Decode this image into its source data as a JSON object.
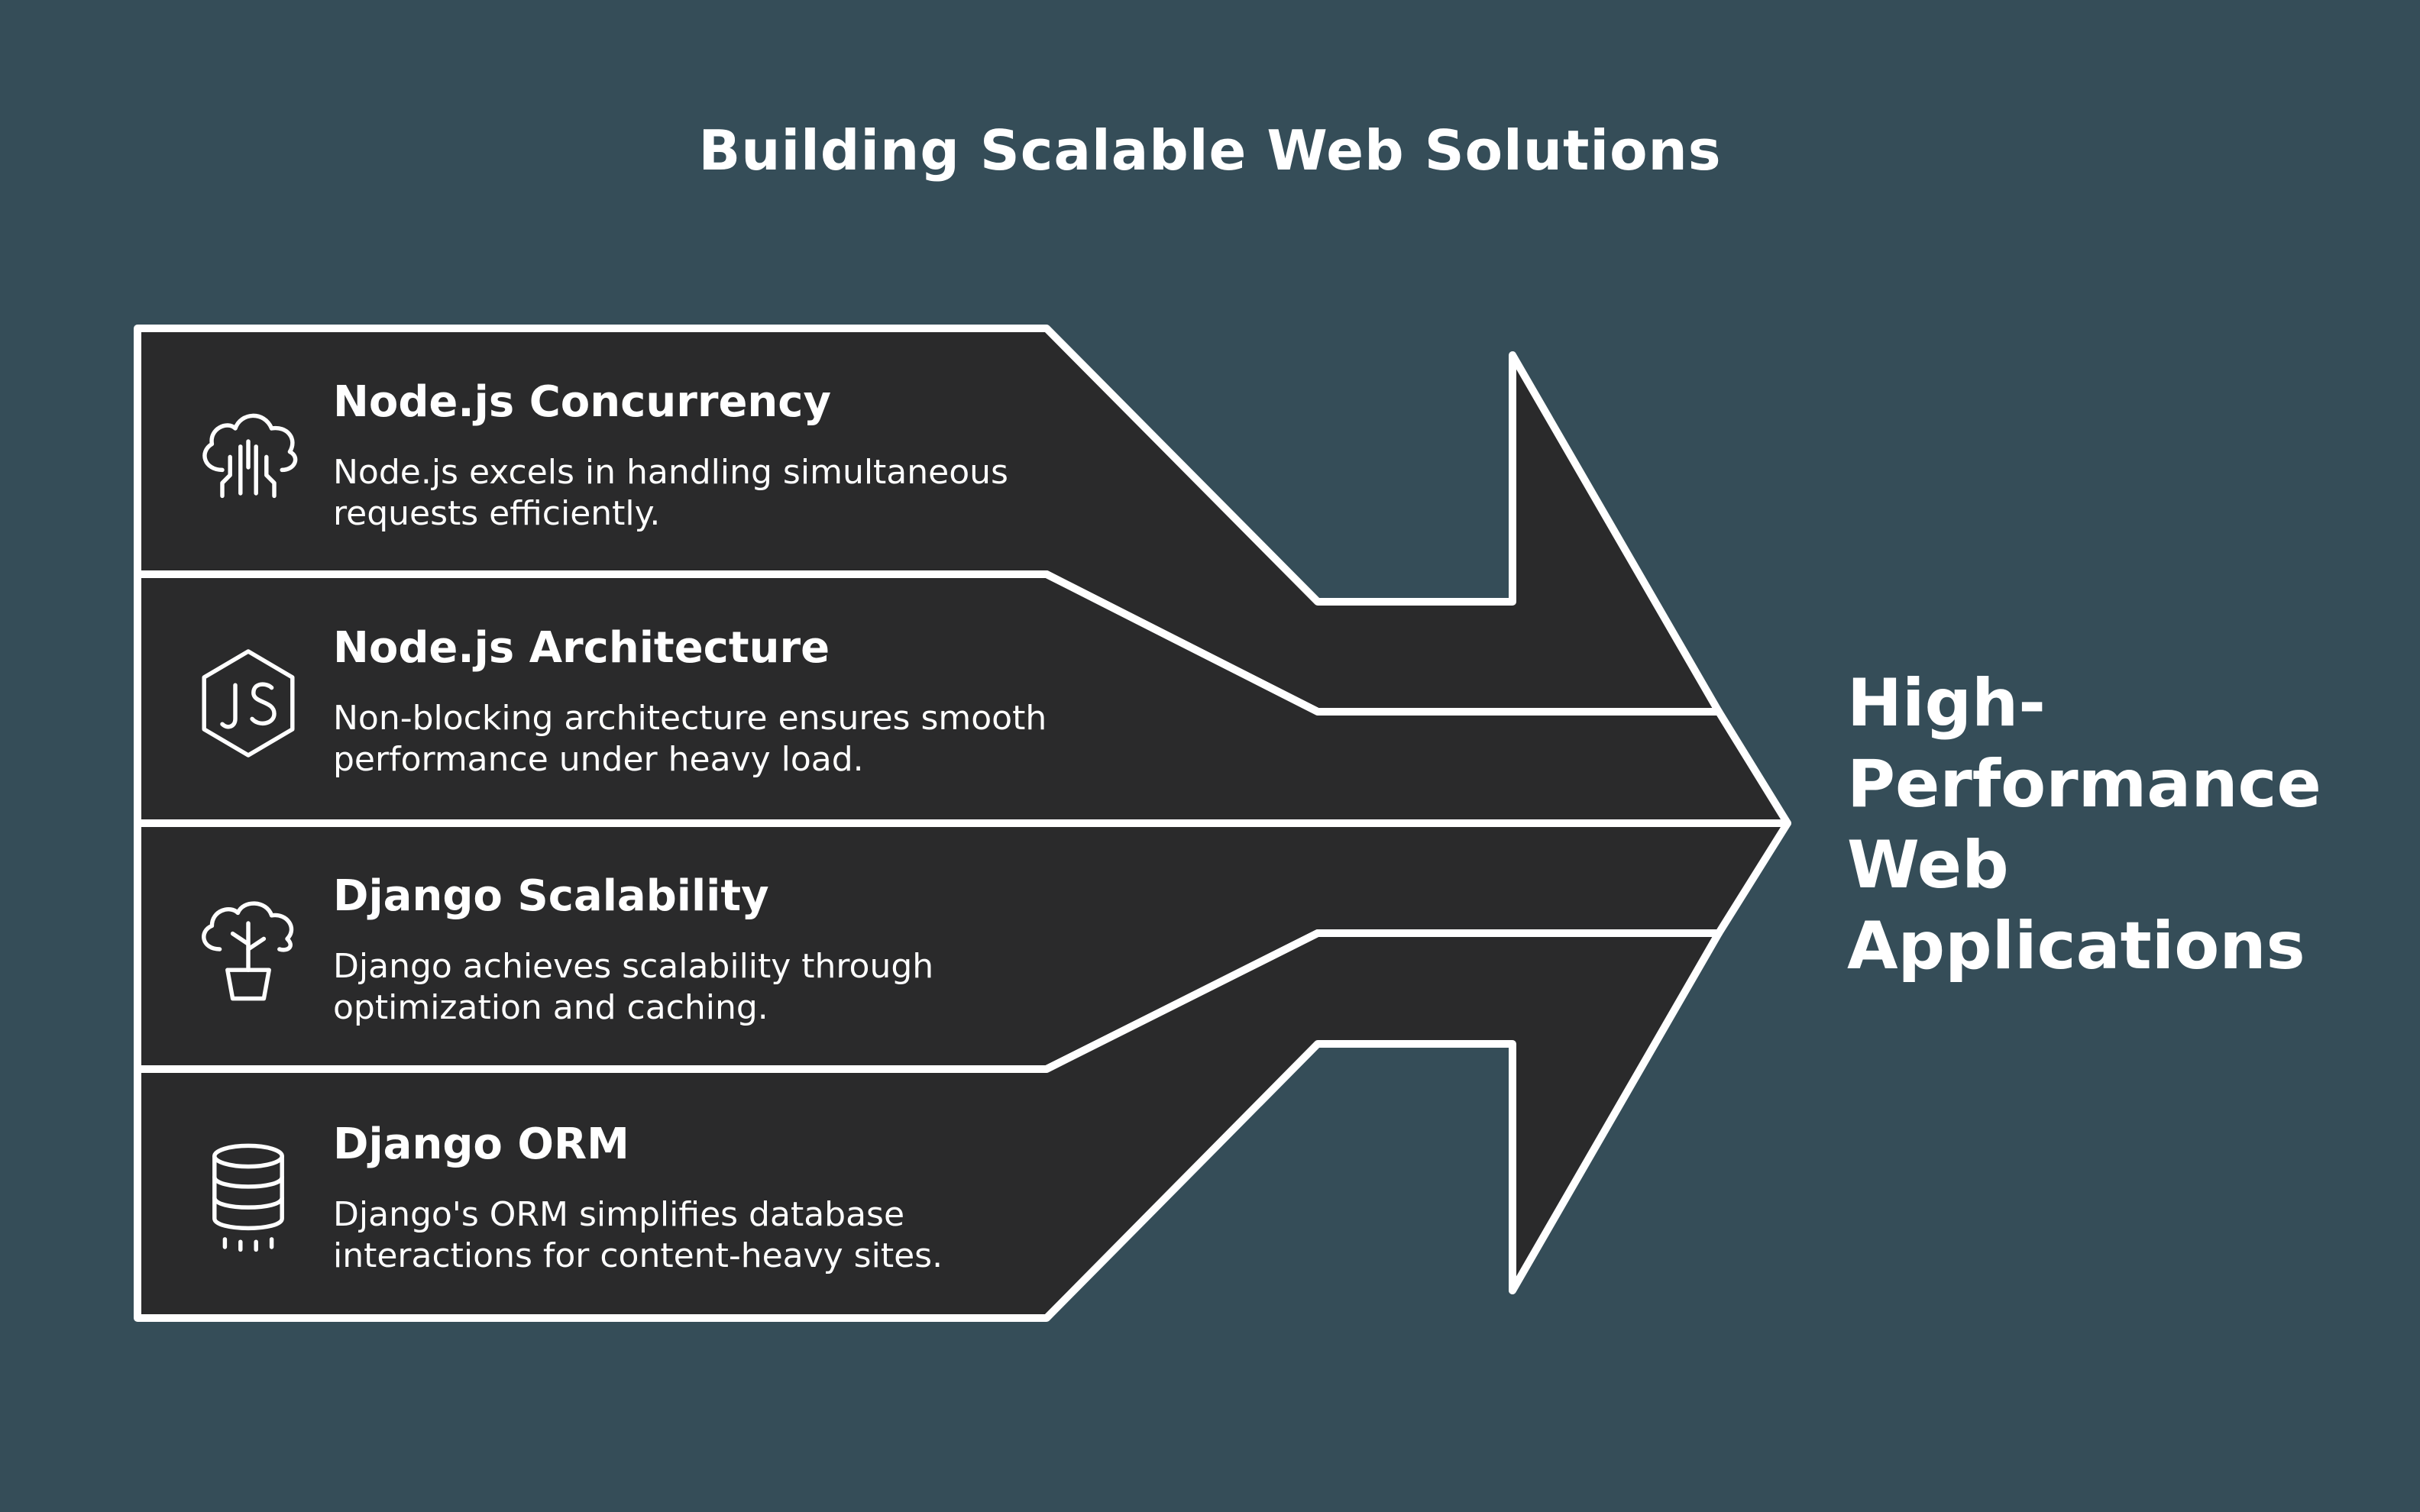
{
  "diagram": {
    "title": "Building Scalable Web Solutions",
    "items": [
      {
        "title": "Node.js Concurrency",
        "description": "Node.js excels in handling simultaneous requests efficiently.",
        "icon": "cloud-network-icon"
      },
      {
        "title": "Node.js Architecture",
        "description": "Non-blocking architecture ensures smooth performance under heavy load.",
        "icon": "nodejs-hexagon-icon"
      },
      {
        "title": "Django Scalability",
        "description": "Django achieves scalability through optimization and caching.",
        "icon": "cloud-plant-icon"
      },
      {
        "title": "Django ORM",
        "description": "Django's ORM simplifies database interactions for content-heavy sites.",
        "icon": "database-icon"
      }
    ],
    "outcome": "High-Performance Web Applications"
  },
  "colors": {
    "background": "#354d58",
    "panel": "#2a2a2b",
    "stroke": "#ffffff",
    "text": "#ffffff"
  }
}
